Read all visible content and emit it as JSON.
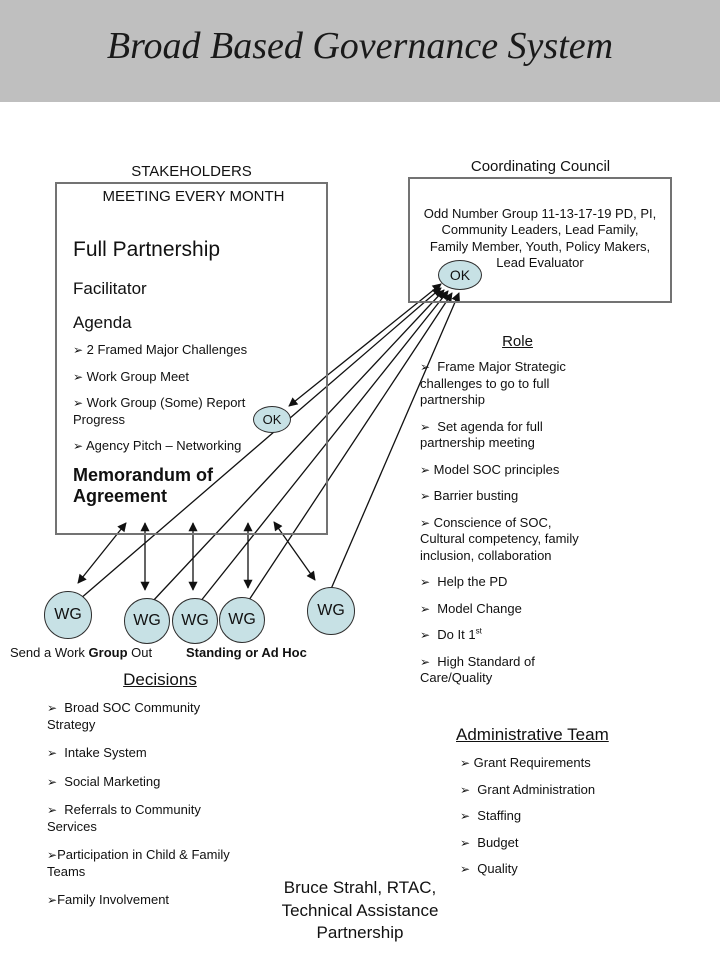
{
  "title": "Broad Based Governance System",
  "bullet_char": "➢",
  "colors": {
    "band_gray": "#bfbfbf",
    "box_border": "#737373",
    "circle_fill": "#c7e1e5",
    "ink": "#111111"
  },
  "stakeholders": {
    "label_top": "STAKEHOLDERS",
    "label_sub": "MEETING EVERY MONTH",
    "heading": "Full Partnership",
    "facilitator": "Facilitator",
    "agenda": "Agenda",
    "bullets": [
      " 2 Framed Major Challenges",
      " Work Group Meet",
      " Work Group (Some) Report\nProgress",
      " Agency Pitch – Networking"
    ],
    "memorandum": "Memorandum of Agreement"
  },
  "council": {
    "label": "Coordinating Council",
    "body": "Odd Number Group 11-13-17-19 PD, PI,\nCommunity Leaders, Lead Family,\nFamily Member, Youth, Policy Makers,\nLead Evaluator",
    "ok_label": "OK"
  },
  "ok_left_label": "OK",
  "role": {
    "heading": "Role",
    "bullets": [
      "  Frame Major Strategic\nchallenges to go to full\npartnership",
      "  Set agenda for full\npartnership meeting",
      " Model SOC principles",
      " Barrier busting",
      " Conscience of SOC,\nCultural competency, family\ninclusion, collaboration",
      "  Help the PD",
      "  Model Change",
      {
        "t": "  Do It 1",
        "sup": "st"
      },
      "  High Standard of\nCare/Quality"
    ]
  },
  "work_groups": {
    "labels": [
      "WG",
      "WG",
      "WG",
      "WG",
      "WG"
    ],
    "caption_left_1": "Send a Work ",
    "caption_left_bold": "Group",
    "caption_left_2": " Out",
    "caption_right": "Standing or Ad Hoc"
  },
  "decisions": {
    "heading": "Decisions",
    "bullets": [
      "  Broad SOC Community\nStrategy",
      "  Intake System",
      "  Social Marketing",
      "  Referrals to Community\nServices",
      "Participation in Child & Family\nTeams",
      "Family Involvement"
    ]
  },
  "admin_team": {
    "heading": "Administrative Team",
    "bullets": [
      " Grant Requirements",
      "  Grant Administration",
      "  Staffing",
      "  Budget",
      "  Quality"
    ]
  },
  "credit": "Bruce Strahl, RTAC,\nTechnical Assistance\nPartnership"
}
